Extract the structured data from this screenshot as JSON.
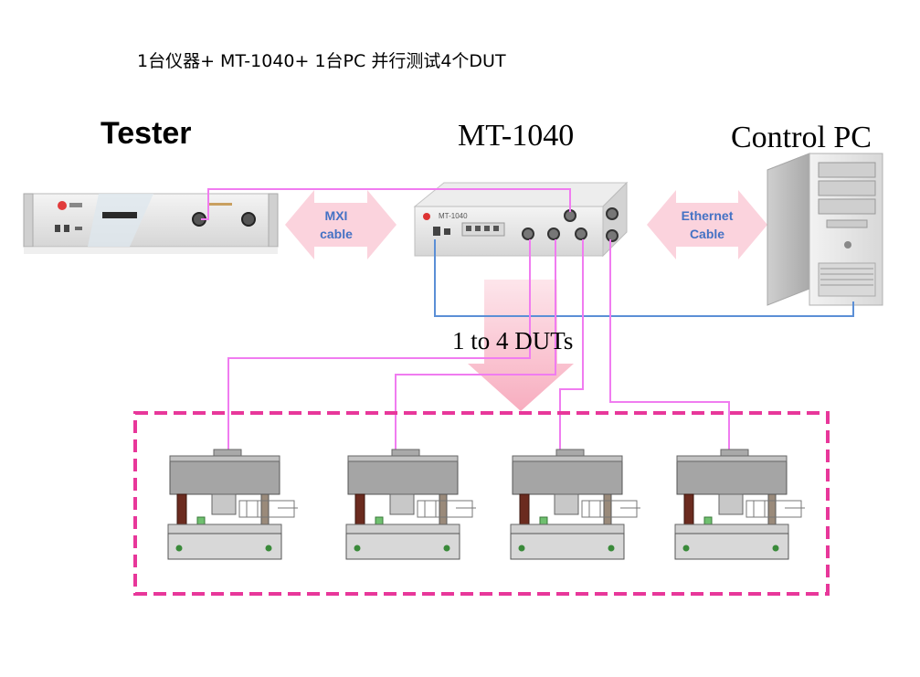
{
  "title": "1台仪器+ MT-1040+ 1台PC  并行测试4个DUT",
  "labels": {
    "tester": "Tester",
    "mt1040": "MT-1040",
    "control_pc": "Control PC",
    "duts": "1 to 4 DUTs"
  },
  "arrows": {
    "mxi": {
      "line1": "MXI",
      "line2": "cable"
    },
    "ethernet": {
      "line1": "Ethernet",
      "line2": "Cable"
    }
  },
  "device_text": {
    "mt_front_label": "MT-1040"
  },
  "colors": {
    "signal_line": "#f07cf0",
    "ethernet_line": "#5b8fd6",
    "arrow_fill": "#fbd3dd",
    "dut_group_border": "#e8379a",
    "arrow_text": "#4472c4"
  },
  "dut_count": 4
}
